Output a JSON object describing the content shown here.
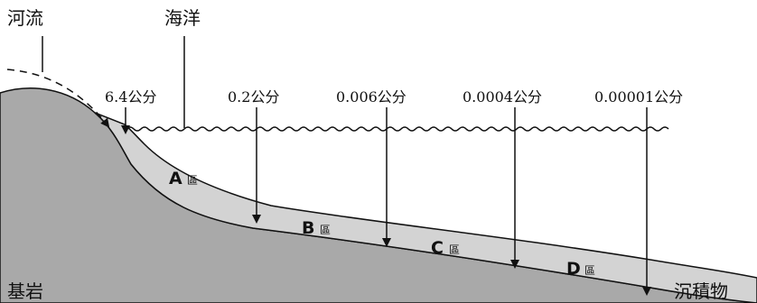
{
  "labels": {
    "river": "河流",
    "ocean": "海洋",
    "bedrock": "基岩",
    "sediment": "沉積物"
  },
  "grain_sizes": [
    "6.4公分",
    "0.2公分",
    "0.006公分",
    "0.0004公分",
    "0.00001公分"
  ],
  "zones": [
    {
      "letter": "A",
      "suffix": "區"
    },
    {
      "letter": "B",
      "suffix": "區"
    },
    {
      "letter": "C",
      "suffix": "區"
    },
    {
      "letter": "D",
      "suffix": "區"
    }
  ],
  "colors": {
    "bedrock_fill": "#a9a9a9",
    "sediment_fill": "#d3d3d3",
    "line": "#111111"
  }
}
